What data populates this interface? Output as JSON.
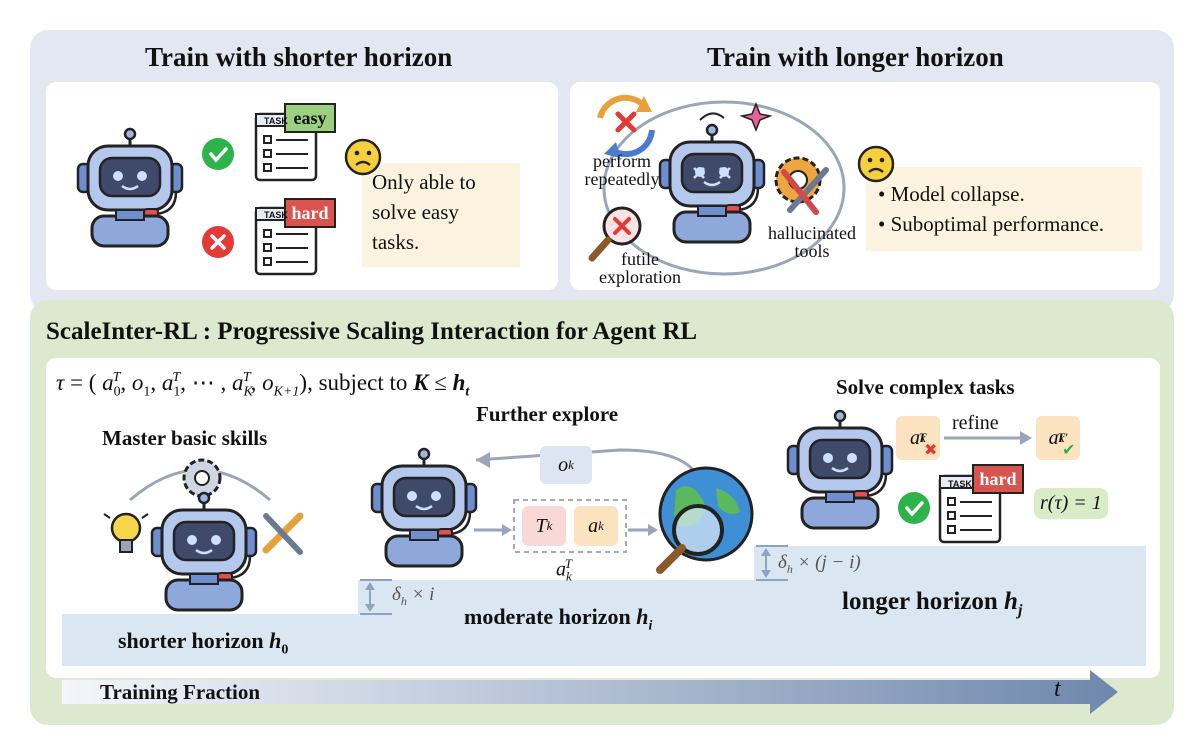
{
  "top": {
    "left_title": "Train with shorter horizon",
    "right_title": "Train with longer horizon",
    "task_easy_tag": "easy",
    "task_hard_tag": "hard",
    "task_label": "TASK",
    "left_note": [
      "Only able to",
      "solve easy",
      "tasks."
    ],
    "right_notes": [
      "• Model collapse.",
      "• Suboptimal performance."
    ],
    "perform_repeatedly": [
      "perform",
      "repeatedly"
    ],
    "futile_exploration": [
      "futile",
      "exploration"
    ],
    "hallucinated_tools": [
      "hallucinated",
      "tools"
    ]
  },
  "bottom": {
    "title": "ScaleInter-RL : Progressive Scaling Interaction for Agent RL",
    "formula_left": "τ = ( a",
    "formula_right": ", subject to",
    "master": "Master basic skills",
    "further": "Further explore",
    "solve": "Solve complex tasks",
    "refine": "refine",
    "hard_tag": "hard",
    "task_label": "TASK",
    "reward": "r(τ) = 1",
    "ok": "o",
    "tk": "T",
    "ak": "a",
    "h0": "shorter horizon",
    "hi": "moderate horizon",
    "hj": "longer horizon",
    "delta_i": "δ",
    "delta_j": "δ",
    "training_fraction": "Training Fraction",
    "t": "t"
  },
  "colors": {
    "top_panel": "#e3e7f1",
    "bottom_panel": "#dde9cf",
    "step": "#dbe6f3",
    "note": "#fbf3df",
    "check": "#2db34a",
    "cross": "#e53935",
    "tag_green": "#9ad07f",
    "tag_red": "#d9534f"
  },
  "icons": [
    "robot-icon",
    "check-icon",
    "cross-icon",
    "task-list-icon",
    "sad-face-icon",
    "cycle-arrows-icon",
    "magnifier-icon",
    "gear-wrench-icon",
    "lightbulb-icon",
    "gear-icon",
    "tools-icon",
    "globe-icon"
  ]
}
